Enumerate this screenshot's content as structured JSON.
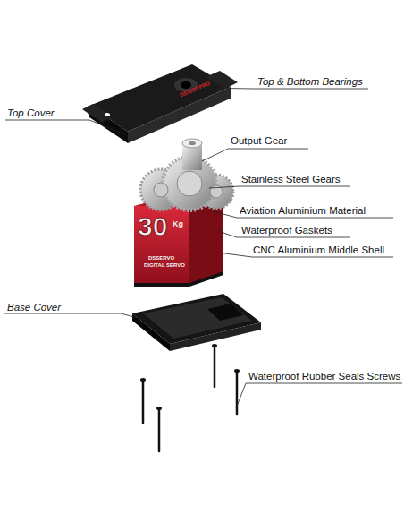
{
  "diagram": {
    "labels": [
      "Top & Bottom Bearings",
      "Top Cover",
      "DS3230 PRO",
      "Output Gear",
      "Stainless Steel Gears",
      "Aviation Aluminium Material",
      "Waterproof Gaskets",
      "30",
      "Kg",
      "CNC Aluminium Middle Shell",
      "DSSERVO",
      "DIGITAL SERVO",
      "Base Cover",
      "Waterproof Rubber Seals Screws"
    ]
  }
}
